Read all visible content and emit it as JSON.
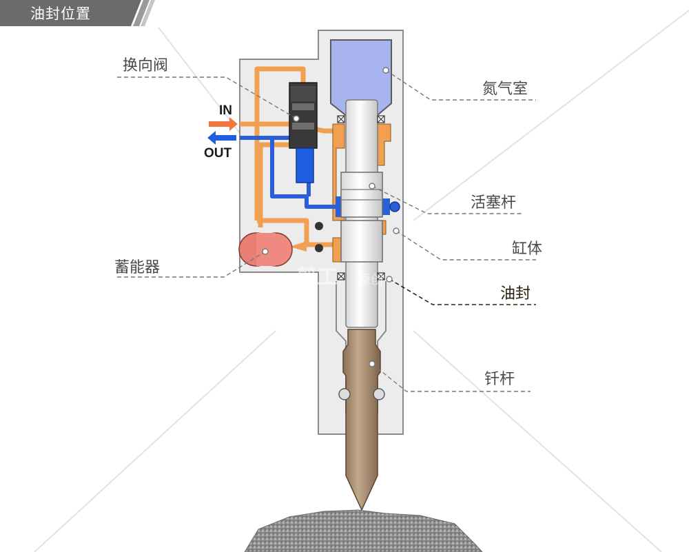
{
  "header": {
    "title": "油封位置"
  },
  "labels": {
    "valve": "换向阀",
    "nitrogen": "氮气室",
    "piston": "活塞杆",
    "cylinder": "缸体",
    "seal": "油封",
    "accumulator": "蓄能器",
    "drill": "钎杆"
  },
  "flow": {
    "in": "IN",
    "out": "OUT"
  },
  "watermark": {
    "main": "剪工",
    "sub": "原创"
  },
  "colors": {
    "oil_in": "#f0a050",
    "oil_out": "#2a5fd8",
    "nitrogen": "#a8b4f0",
    "accumulator": "#f08a80",
    "chisel": "#a58a6e",
    "body": "#ececec"
  }
}
